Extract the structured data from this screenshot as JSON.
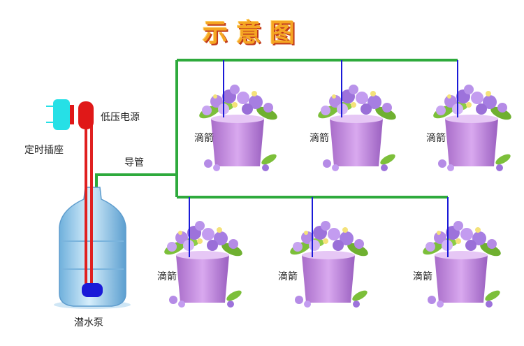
{
  "title": "示意图",
  "labels": {
    "timer_socket": "定时插座",
    "low_voltage_power": "低压电源",
    "guide_pipe": "导管",
    "pump": "潜水泵",
    "drip_tube": "滴箭"
  },
  "pots_top": [
    {
      "label": "滴箭"
    },
    {
      "label": "滴箭"
    },
    {
      "label": "滴箭"
    }
  ],
  "pots_bottom": [
    {
      "label": "滴箭"
    },
    {
      "label": "滴箭"
    },
    {
      "label": "滴箭"
    }
  ],
  "colors": {
    "pipe": "#2eaa3c",
    "cable": "#e02020",
    "drip": "#1a1ad8",
    "pot": "#c58fe0",
    "flower": "#a77be0",
    "leaf": "#7cbf3a",
    "plug_cyan": "#26e0e6",
    "plug_red": "#e01818",
    "bottle": "#9fd0ee"
  }
}
